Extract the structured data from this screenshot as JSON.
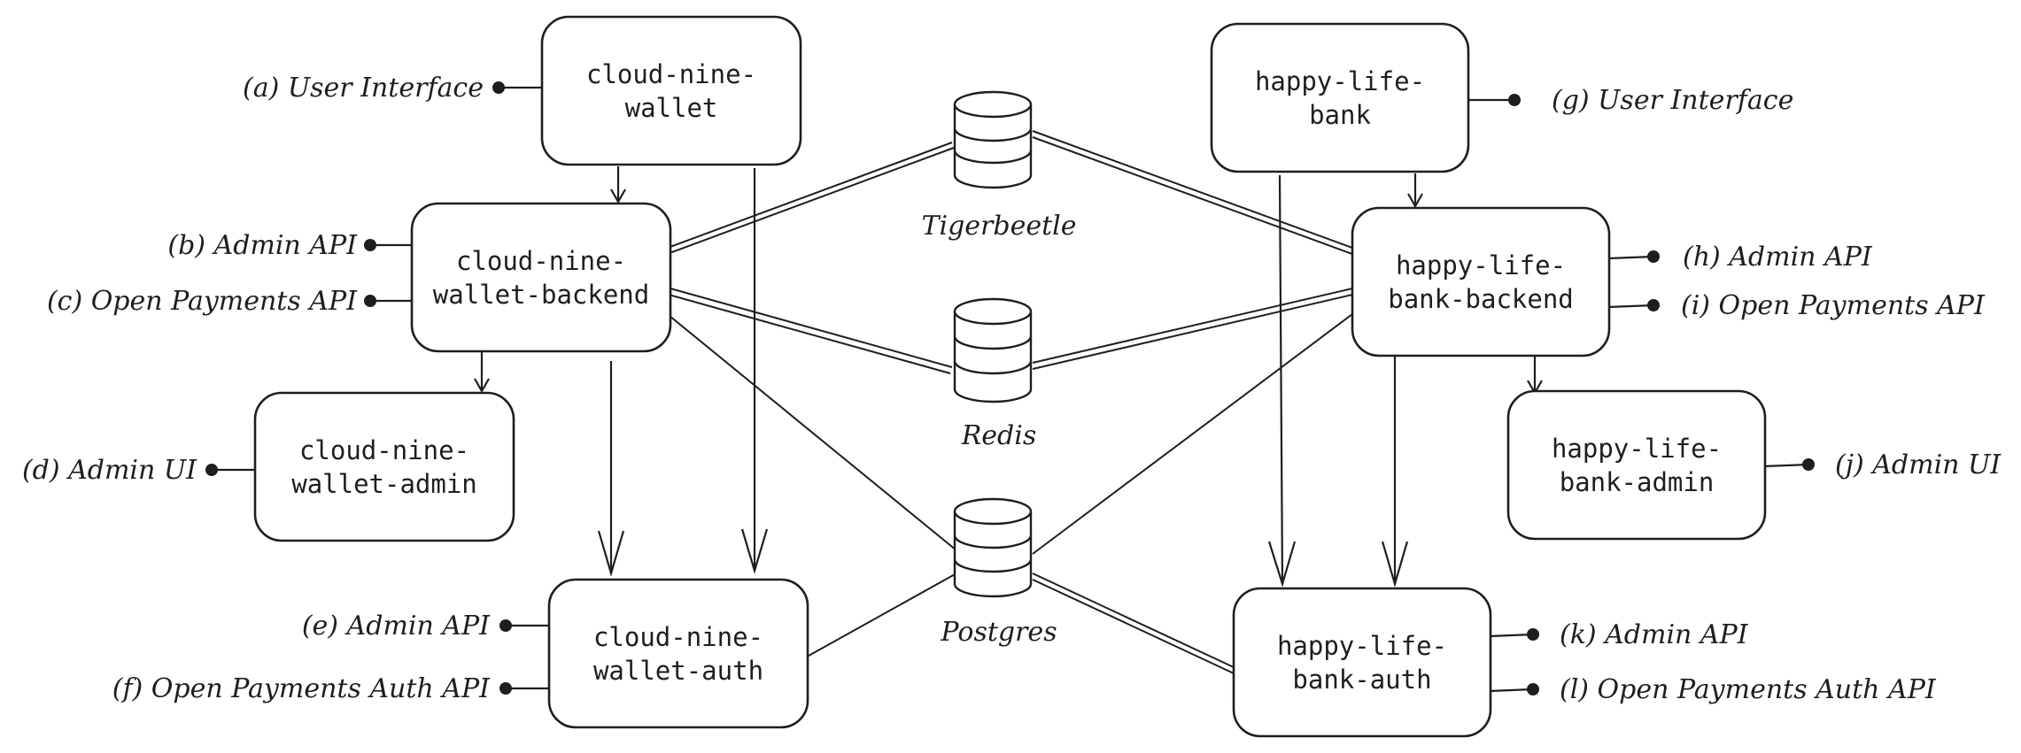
{
  "services": {
    "cloud_wallet": [
      "cloud-nine-",
      "wallet"
    ],
    "cloud_backend": [
      "cloud-nine-",
      "wallet-backend"
    ],
    "cloud_admin": [
      "cloud-nine-",
      "wallet-admin"
    ],
    "cloud_auth": [
      "cloud-nine-",
      "wallet-auth"
    ],
    "happy_bank": [
      "happy-life-",
      "bank"
    ],
    "happy_backend": [
      "happy-life-",
      "bank-backend"
    ],
    "happy_admin": [
      "happy-life-",
      "bank-admin"
    ],
    "happy_auth": [
      "happy-life-",
      "bank-auth"
    ]
  },
  "databases": {
    "tigerbeetle": "Tigerbeetle",
    "redis": "Redis",
    "postgres": "Postgres"
  },
  "ports": {
    "a": "(a) User Interface",
    "b": "(b) Admin API",
    "c": "(c) Open Payments API",
    "d": "(d) Admin UI",
    "e": "(e) Admin API",
    "f": "(f) Open Payments Auth API",
    "g": "(g) User Interface",
    "h": "(h) Admin API",
    "i": "(i) Open Payments API",
    "j": "(j) Admin UI",
    "k": "(k) Admin API",
    "l": "(l) Open Payments Auth API"
  }
}
